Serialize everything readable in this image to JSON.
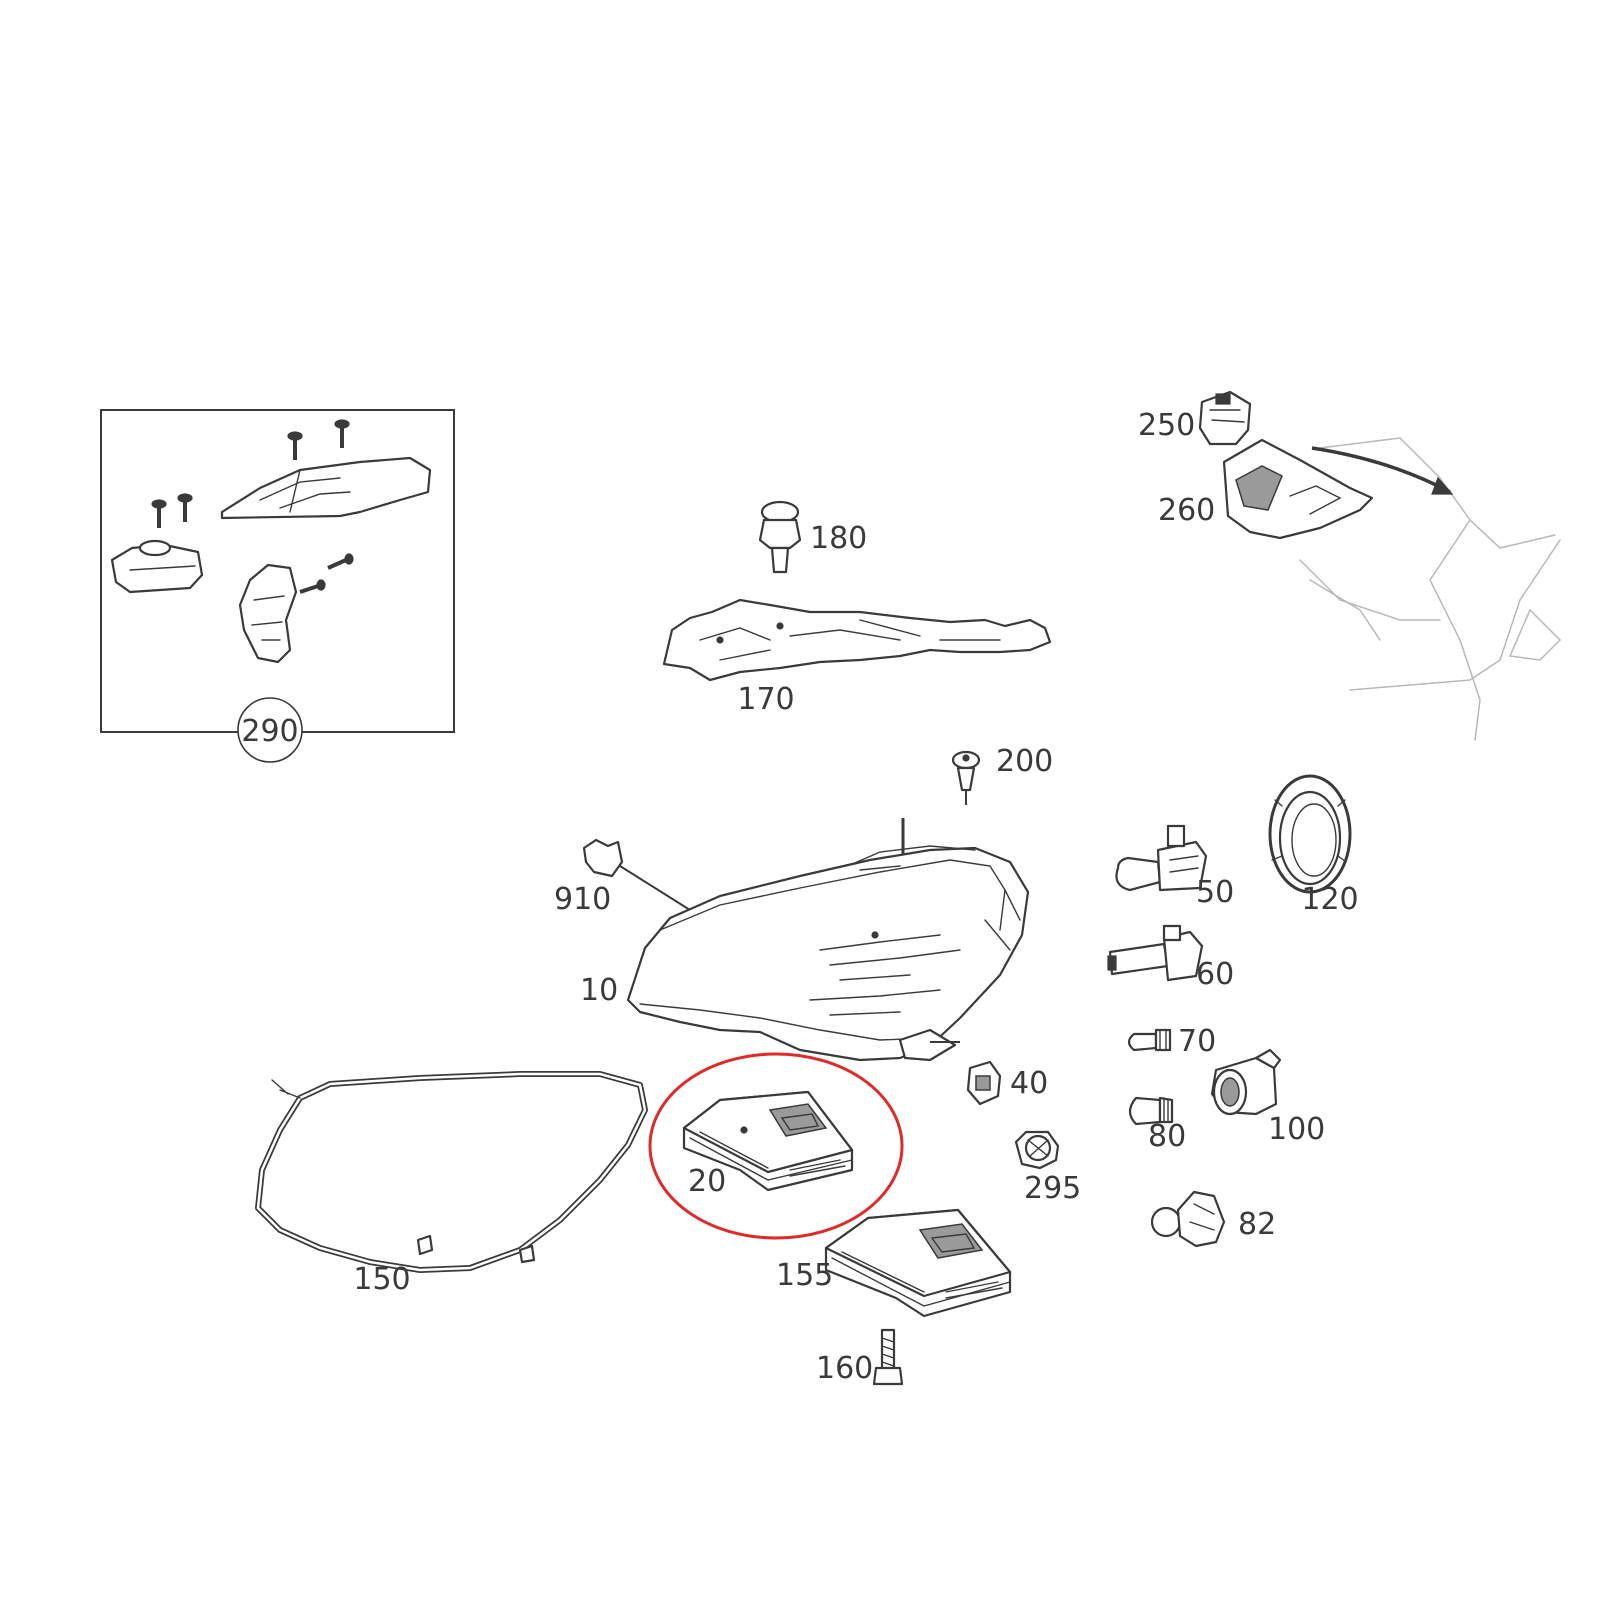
{
  "parts": {
    "p10": "10",
    "p20": "20",
    "p40": "40",
    "p50": "50",
    "p60": "60",
    "p70": "70",
    "p80": "80",
    "p82": "82",
    "p100": "100",
    "p120": "120",
    "p150": "150",
    "p155": "155",
    "p160": "160",
    "p170": "170",
    "p180": "180",
    "p200": "200",
    "p250": "250",
    "p260": "260",
    "p290": "290",
    "p295": "295",
    "p910": "910"
  },
  "highlight_color": "#e02a2a",
  "line_color": "#3a3a3a"
}
